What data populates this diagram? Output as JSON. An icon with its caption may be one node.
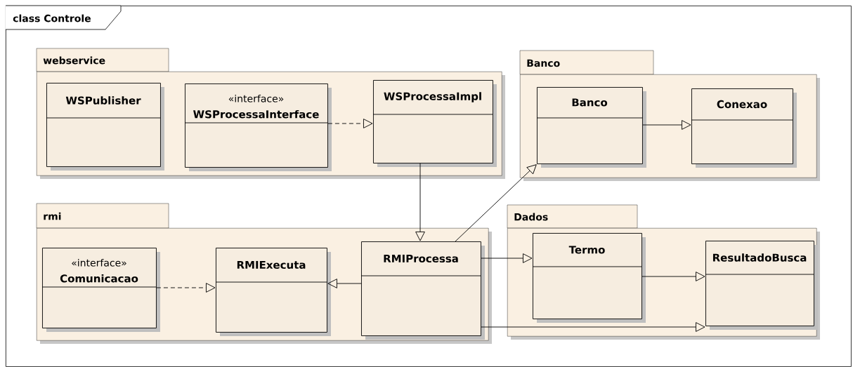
{
  "diagram": {
    "nodes": [
      {
        "text": [
          "class Controle"
        ]
      },
      {
        "text": [
          "webservice"
        ],
        "in": 0
      },
      {
        "text": [
          "WSPublisher"
        ],
        "in": 1
      },
      {
        "text": [
          "«interface»",
          "WSProcessaInterface"
        ],
        "in": 1
      },
      {
        "text": [
          "WSProcessaImpl"
        ],
        "in": 1
      },
      {
        "text": [
          "Banco"
        ],
        "in": 0
      },
      {
        "text": [
          "Banco"
        ],
        "in": 5
      },
      {
        "text": [
          "Conexao"
        ],
        "in": 5
      },
      {
        "text": [
          "rmi"
        ],
        "in": 0
      },
      {
        "text": [
          "«interface»",
          "Comunicacao"
        ],
        "in": 8
      },
      {
        "text": [
          "RMIExecuta"
        ],
        "in": 8
      },
      {
        "text": [
          "RMIProcessa"
        ],
        "in": 8
      },
      {
        "text": [
          "Dados"
        ],
        "in": 0
      },
      {
        "text": [
          "Termo"
        ],
        "in": 12
      },
      {
        "text": [
          "ResultadoBusca"
        ],
        "in": 12
      }
    ],
    "edges": [
      {
        "from": 3,
        "to": 4,
        "arrow": "to",
        "style": "dashed"
      },
      {
        "from": 6,
        "to": 7,
        "arrow": "to"
      },
      {
        "from": 4,
        "to": 11,
        "arrow": "to"
      },
      {
        "from": 11,
        "to": 6,
        "arrow": "to"
      },
      {
        "from": 9,
        "to": 10,
        "arrow": "to",
        "style": "dashed"
      },
      {
        "from": 11,
        "to": 10,
        "arrow": "to"
      },
      {
        "from": 11,
        "to": 13,
        "arrow": "to"
      },
      {
        "from": 13,
        "to": 14,
        "arrow": "to"
      },
      {
        "from": 11,
        "to": 14,
        "arrow": "to"
      }
    ]
  }
}
